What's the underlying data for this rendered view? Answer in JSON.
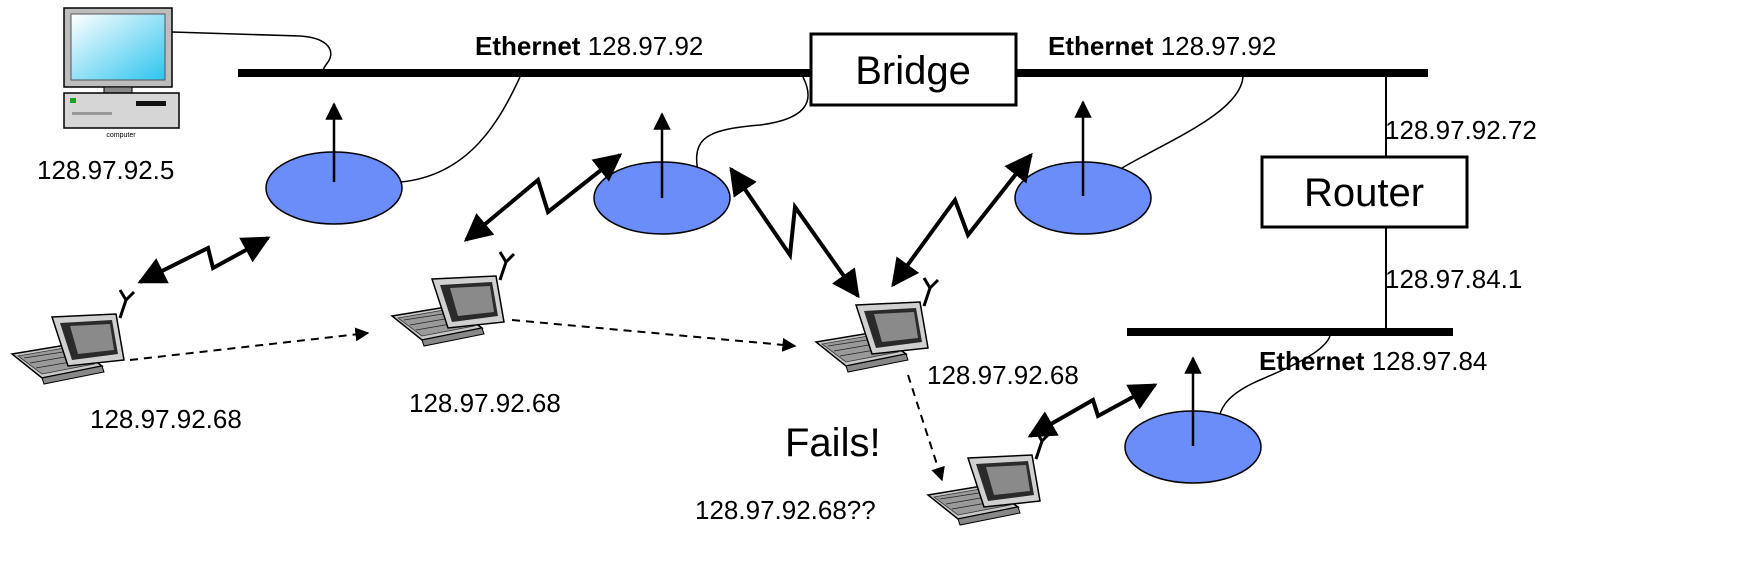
{
  "segments": {
    "left_ethernet": {
      "label_bold": "Ethernet",
      "label_addr": "128.97.92"
    },
    "right_ethernet": {
      "label_bold": "Ethernet",
      "label_addr": "128.97.92"
    },
    "lower_ethernet": {
      "label_bold": "Ethernet",
      "label_addr": "128.97.84"
    }
  },
  "devices": {
    "bridge": {
      "label": "Bridge"
    },
    "router": {
      "label": "Router",
      "upper_addr": "128.97.92.72",
      "lower_addr": "128.97.84.1"
    },
    "computer": {
      "caption": "computer",
      "addr": "128.97.92.5"
    }
  },
  "laptops": [
    {
      "addr": "128.97.92.68"
    },
    {
      "addr": "128.97.92.68"
    },
    {
      "addr": "128.97.92.68"
    },
    {
      "addr": "128.97.92.68??"
    }
  ],
  "annotations": {
    "fails": "Fails!"
  },
  "colors": {
    "access_point": "#6a8df9",
    "monitor_screen": "#40d8f2"
  }
}
